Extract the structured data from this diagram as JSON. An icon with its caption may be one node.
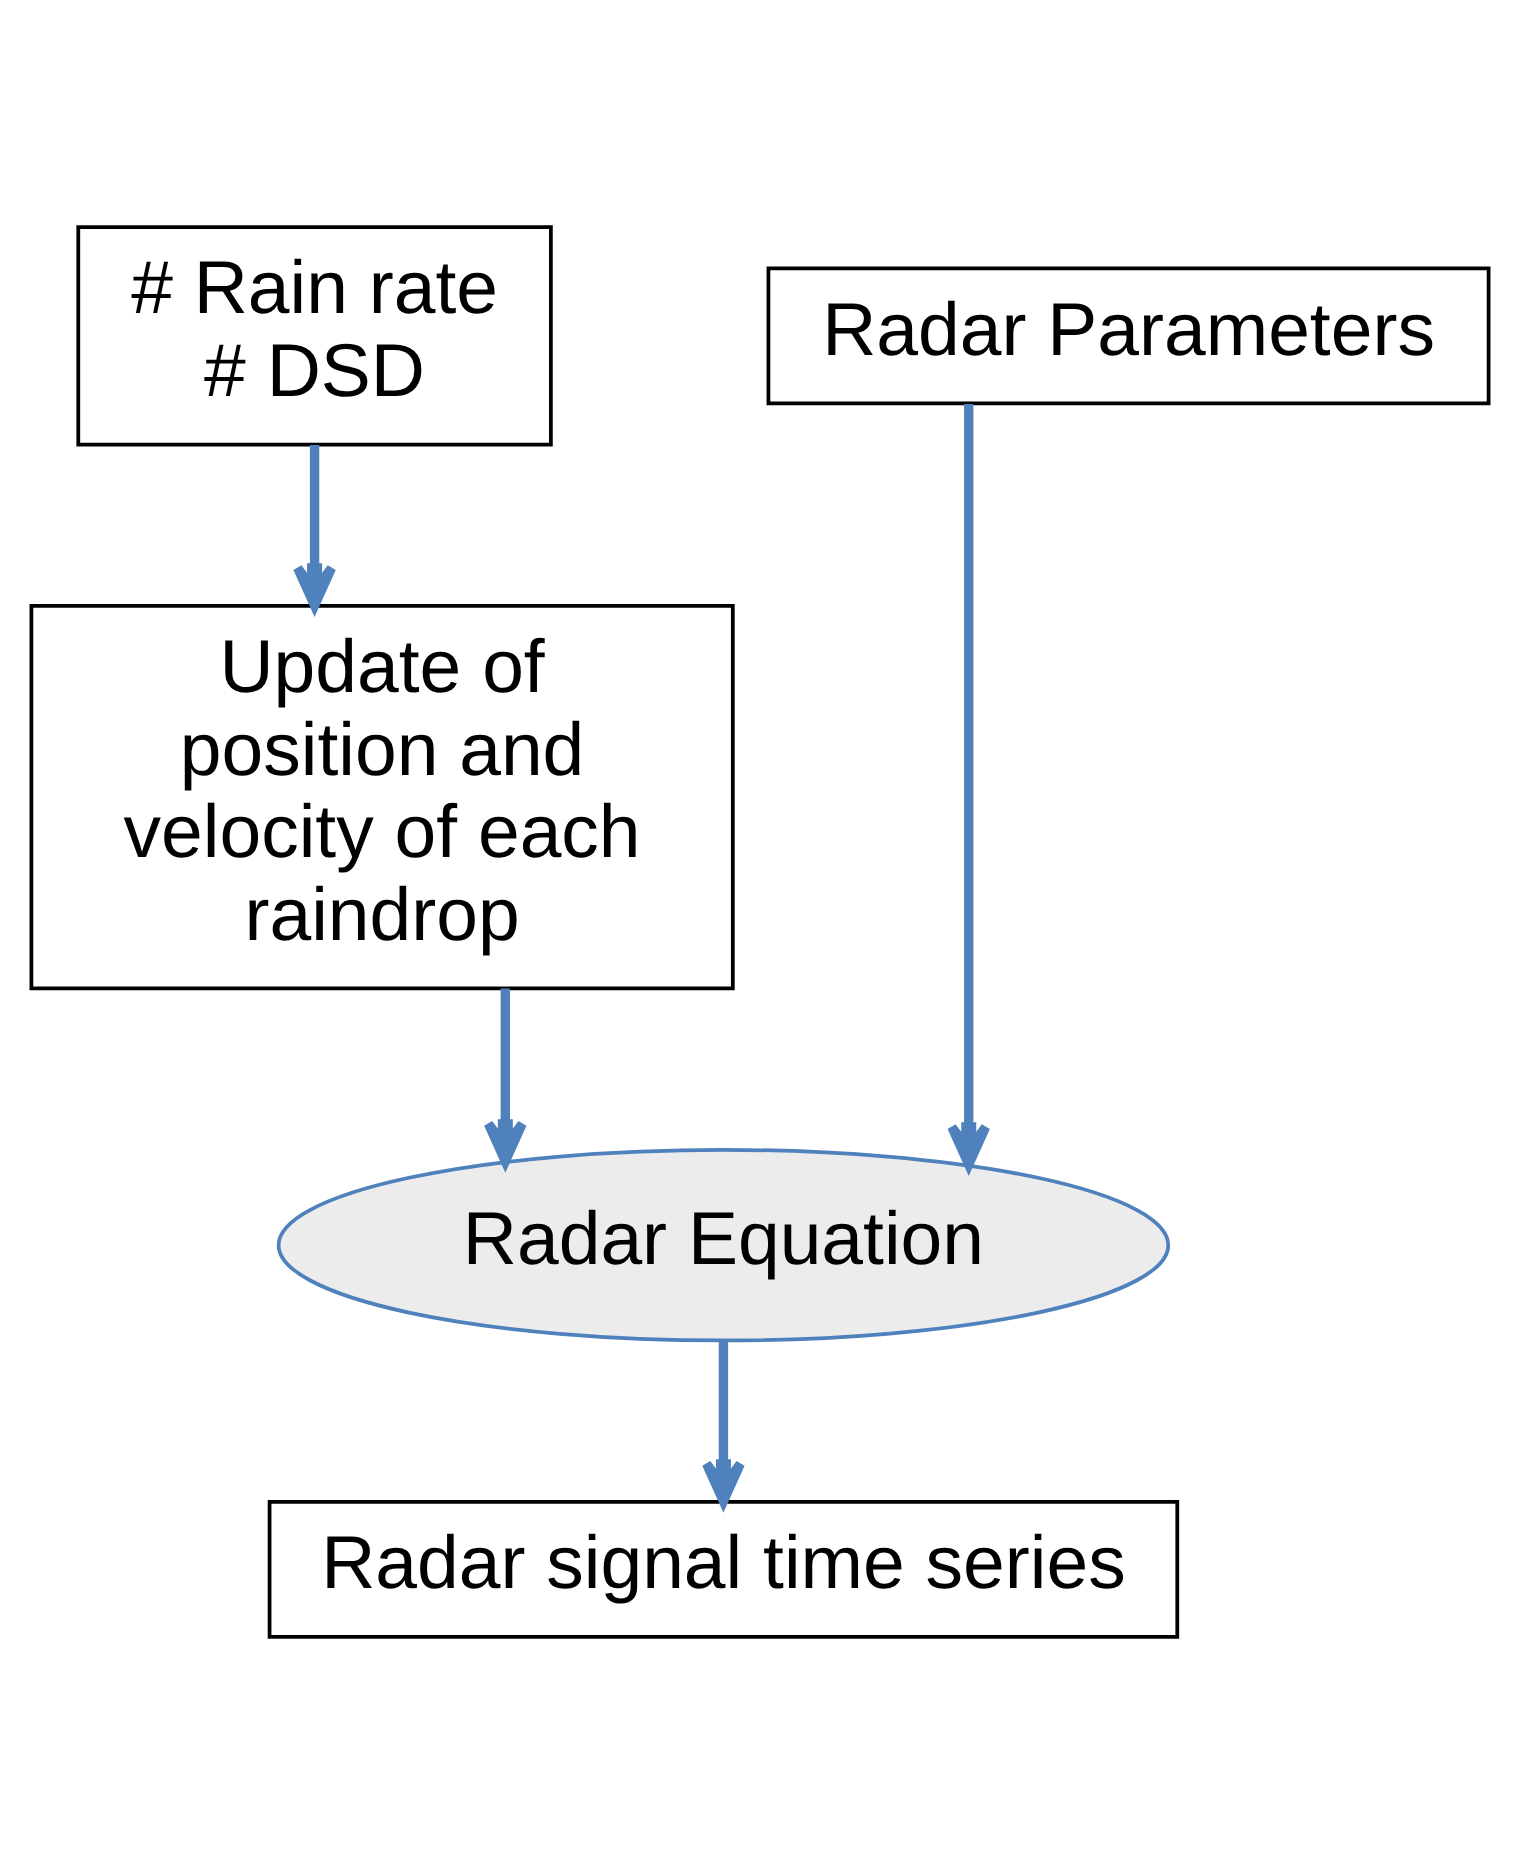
{
  "diagram": {
    "nodes": [
      {
        "text": [
          "# Rain rate",
          "# DSD"
        ]
      },
      {
        "text": [
          "Radar Parameters"
        ]
      },
      {
        "text": [
          "Update of position and velocity of each raindrop"
        ]
      },
      {
        "text": [
          "Radar Equation"
        ]
      },
      {
        "text": [
          "Radar signal time series"
        ]
      }
    ],
    "edges": [
      {
        "from": 0,
        "to": 2,
        "arrow": "to",
        "color": "#4f81bd"
      },
      {
        "from": 2,
        "to": 3,
        "arrow": "to",
        "color": "#4f81bd"
      },
      {
        "from": 1,
        "to": 3,
        "arrow": "to",
        "color": "#4f81bd"
      },
      {
        "from": 3,
        "to": 4,
        "arrow": "to",
        "color": "#4f81bd"
      }
    ]
  }
}
